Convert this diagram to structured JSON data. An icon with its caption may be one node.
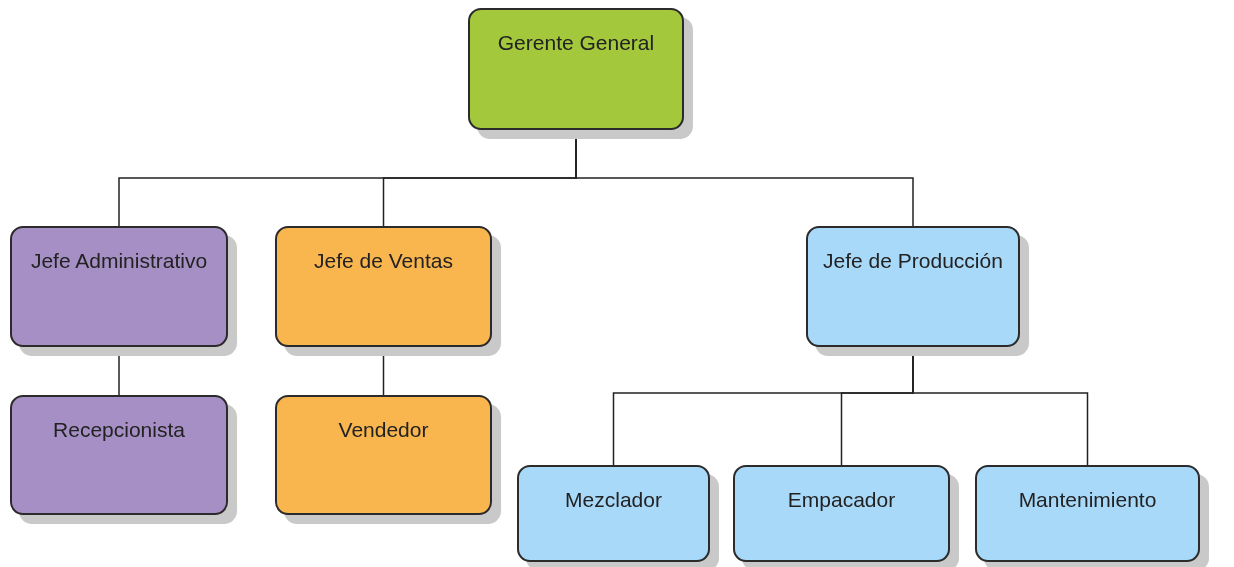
{
  "diagram": {
    "nodes": [
      {
        "text": [
          "Gerente General"
        ]
      },
      {
        "text": [
          "Jefe Administrativo"
        ]
      },
      {
        "text": [
          "Jefe  de Ventas"
        ]
      },
      {
        "text": [
          "Jefe de Producción"
        ]
      },
      {
        "text": [
          "Recepcionista"
        ]
      },
      {
        "text": [
          "Vendedor"
        ]
      },
      {
        "text": [
          "Mezclador"
        ]
      },
      {
        "text": [
          "Empacador"
        ]
      },
      {
        "text": [
          "Mantenimiento"
        ]
      }
    ],
    "edges": [
      {
        "from": 0,
        "to": 1,
        "arrow": "none"
      },
      {
        "from": 0,
        "to": 2,
        "arrow": "none"
      },
      {
        "from": 0,
        "to": 3,
        "arrow": "none"
      },
      {
        "from": 1,
        "to": 4,
        "arrow": "none"
      },
      {
        "from": 2,
        "to": 5,
        "arrow": "none"
      },
      {
        "from": 3,
        "to": 6,
        "arrow": "none"
      },
      {
        "from": 3,
        "to": 7,
        "arrow": "none"
      },
      {
        "from": 3,
        "to": 8,
        "arrow": "none"
      }
    ]
  }
}
